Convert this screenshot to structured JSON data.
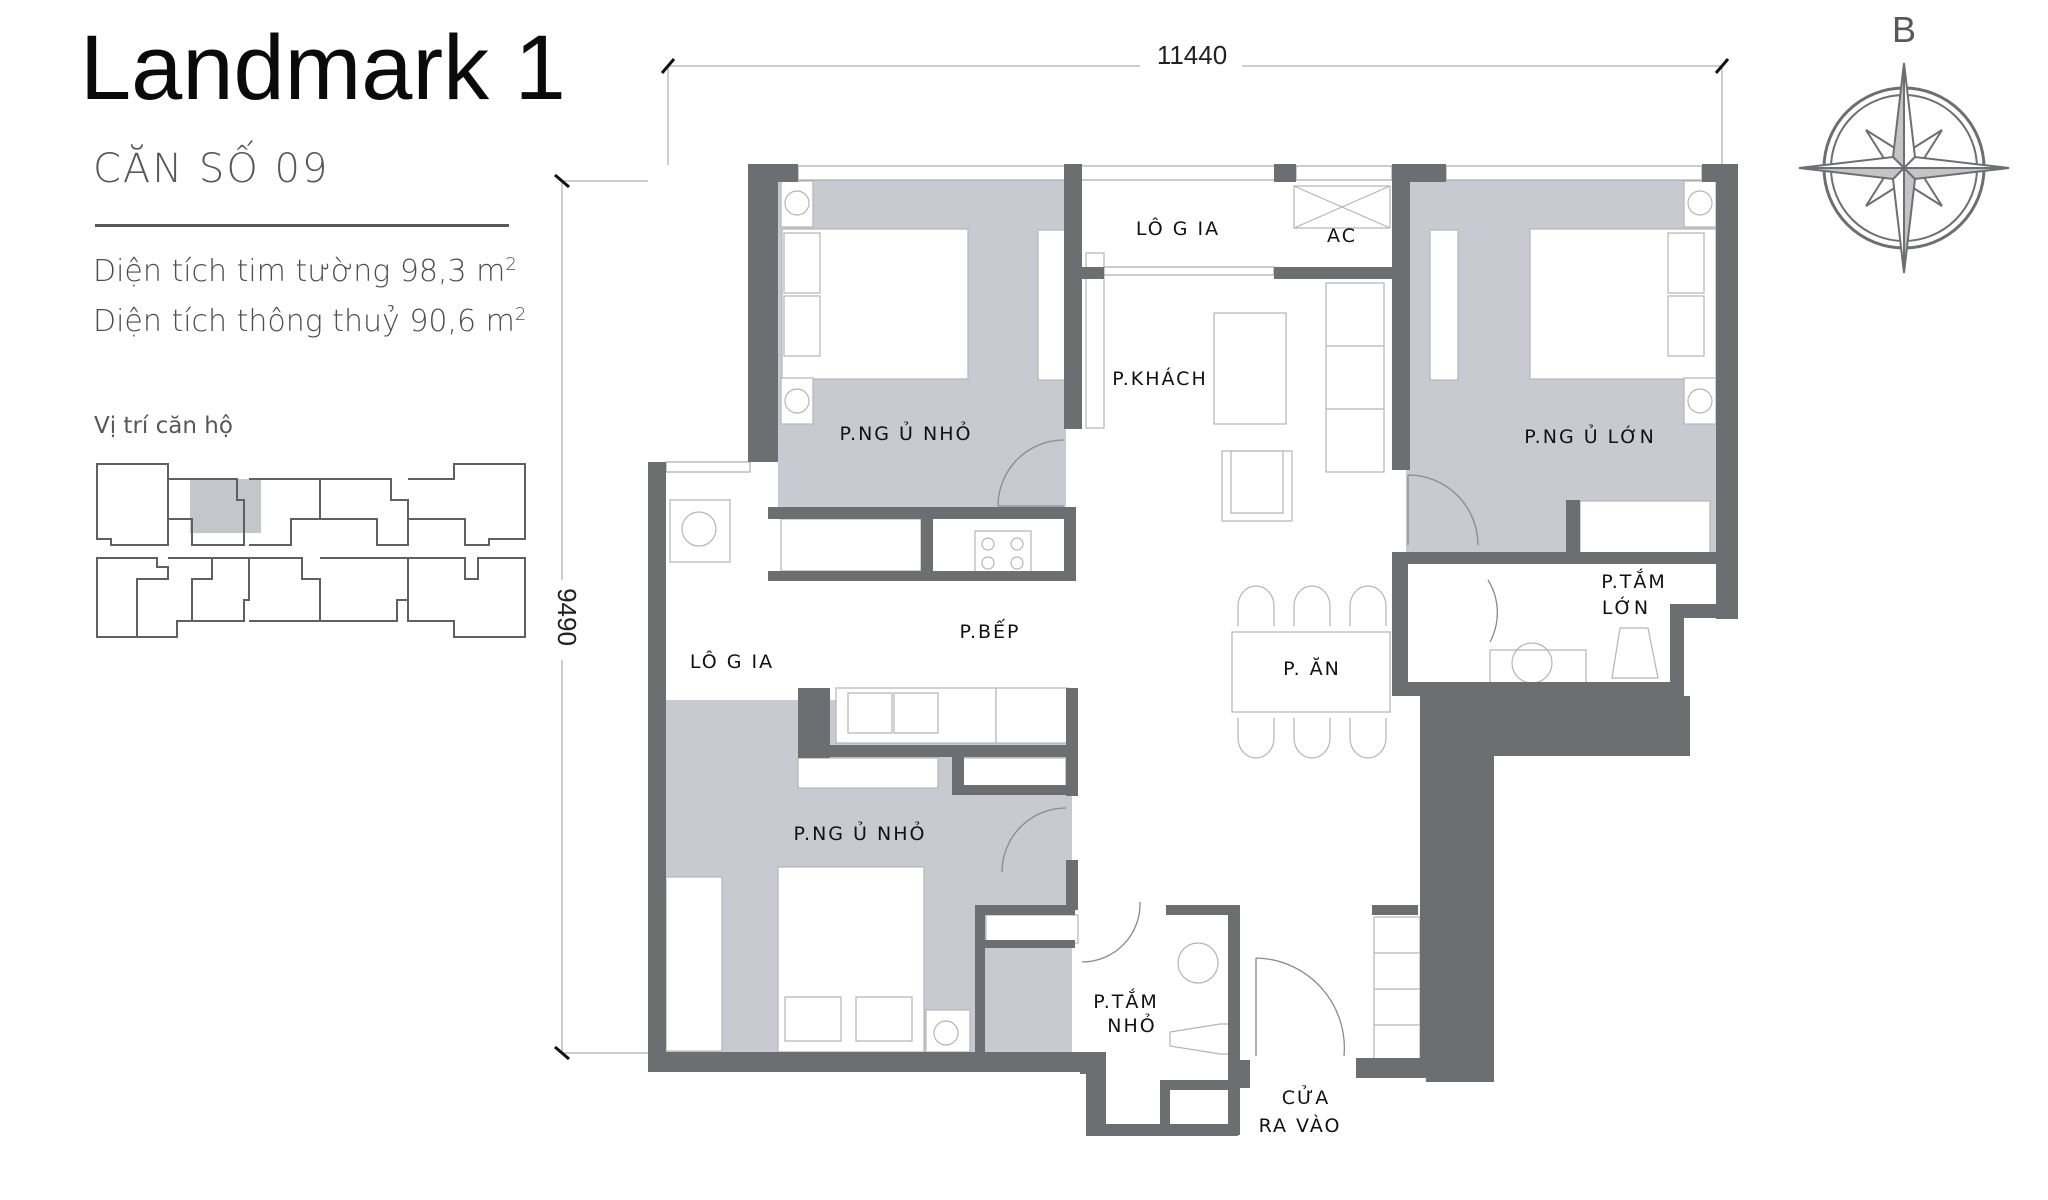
{
  "header": {
    "title": "Landmark 1",
    "unit_label": "CĂN SỐ 09",
    "area_gross_label": "Diện tích tim tường 98,3 m",
    "area_gross_sup": "2",
    "area_net_label": "Diện tích thông thuỷ 90,6 m",
    "area_net_sup": "2",
    "location_label": "Vị trí căn hộ"
  },
  "dimensions": {
    "width": "11440",
    "height": "9490"
  },
  "compass": {
    "north_label": "B"
  },
  "rooms": {
    "logia_top": "LÔ G IA",
    "ac": "AC",
    "living": "P.KHÁCH",
    "bedroom_small_top": "P.NG Ủ NHỎ",
    "bedroom_master": "P.NG Ủ LỚN",
    "bath_master_1": "P.TẮM",
    "bath_master_2": "LỚN",
    "kitchen": "P.BẾP",
    "logia_left": "LÔ G IA",
    "dining": "P. ĂN",
    "bedroom_small_bottom": "P.NG Ủ NHỎ",
    "bath_small_1": "P.TẮM",
    "bath_small_2": "NHỎ",
    "entry_1": "CỬA",
    "entry_2": "RA VÀO"
  },
  "colors": {
    "wall": "#6d6e71",
    "bedroom_fill": "#c7cbd1",
    "line": "#9a9a9a",
    "highlight_unit": "#c3c6cb"
  }
}
